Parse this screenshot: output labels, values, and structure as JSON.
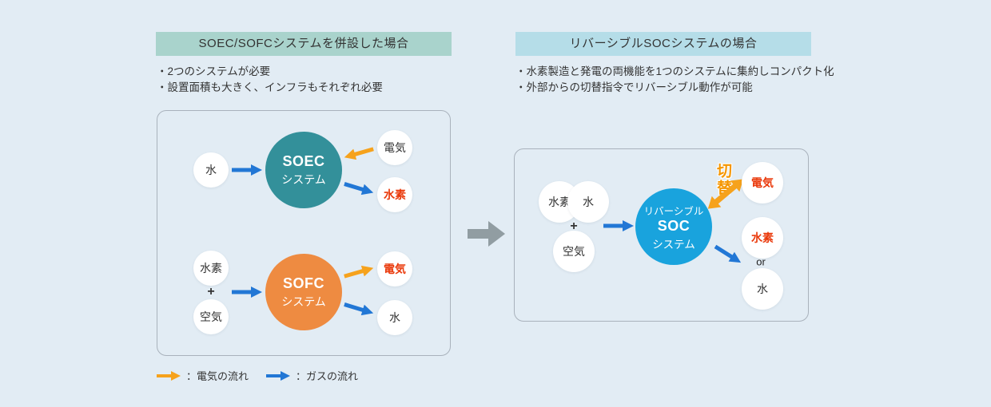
{
  "colors": {
    "background": "#e2ecf4",
    "left_header_bg": "#a9d3cc",
    "right_header_bg": "#b5dde8",
    "soec_circle": "#33909a",
    "sofc_circle": "#ee8b41",
    "soc_circle": "#19a3dd",
    "electric_flow_orange": "#f6a21c",
    "gas_flow_blue": "#2277d5",
    "highlight_red": "#ea3a0c",
    "switch_label_orange": "#f59600",
    "transition_arrow_gray": "#919da2"
  },
  "left_panel": {
    "header": "SOEC/SOFCシステムを併設した場合",
    "bullets": [
      "・2つのシステムが必要",
      "・設置面積も大きく、インフラもそれぞれ必要"
    ],
    "soec": {
      "label_line1": "SOEC",
      "label_line2": "システム",
      "input_water": "水",
      "input_electric": "電気",
      "output_hydrogen": "水素"
    },
    "sofc": {
      "label_line1": "SOFC",
      "label_line2": "システム",
      "input_hydrogen": "水素",
      "plus": "+",
      "input_air": "空気",
      "output_electric": "電気",
      "output_water": "水"
    },
    "legend": {
      "electric": "：電気の流れ",
      "gas": "：ガスの流れ"
    }
  },
  "right_panel": {
    "header": "リバーシブルSOCシステムの場合",
    "bullets": [
      "・水素製造と発電の両機能を1つのシステムに集約しコンパクト化",
      "・外部からの切替指令でリバーシブル動作が可能"
    ],
    "soc": {
      "label_line1": "リバーシブル",
      "label_line2": "SOC",
      "label_line3": "システム",
      "input_hydrogen": "水素",
      "input_water": "水",
      "plus": "+",
      "input_air": "空気",
      "switch_label": "切替",
      "output_electric": "電気",
      "output_hydrogen": "水素",
      "or_label": "or",
      "output_water": "水"
    }
  }
}
